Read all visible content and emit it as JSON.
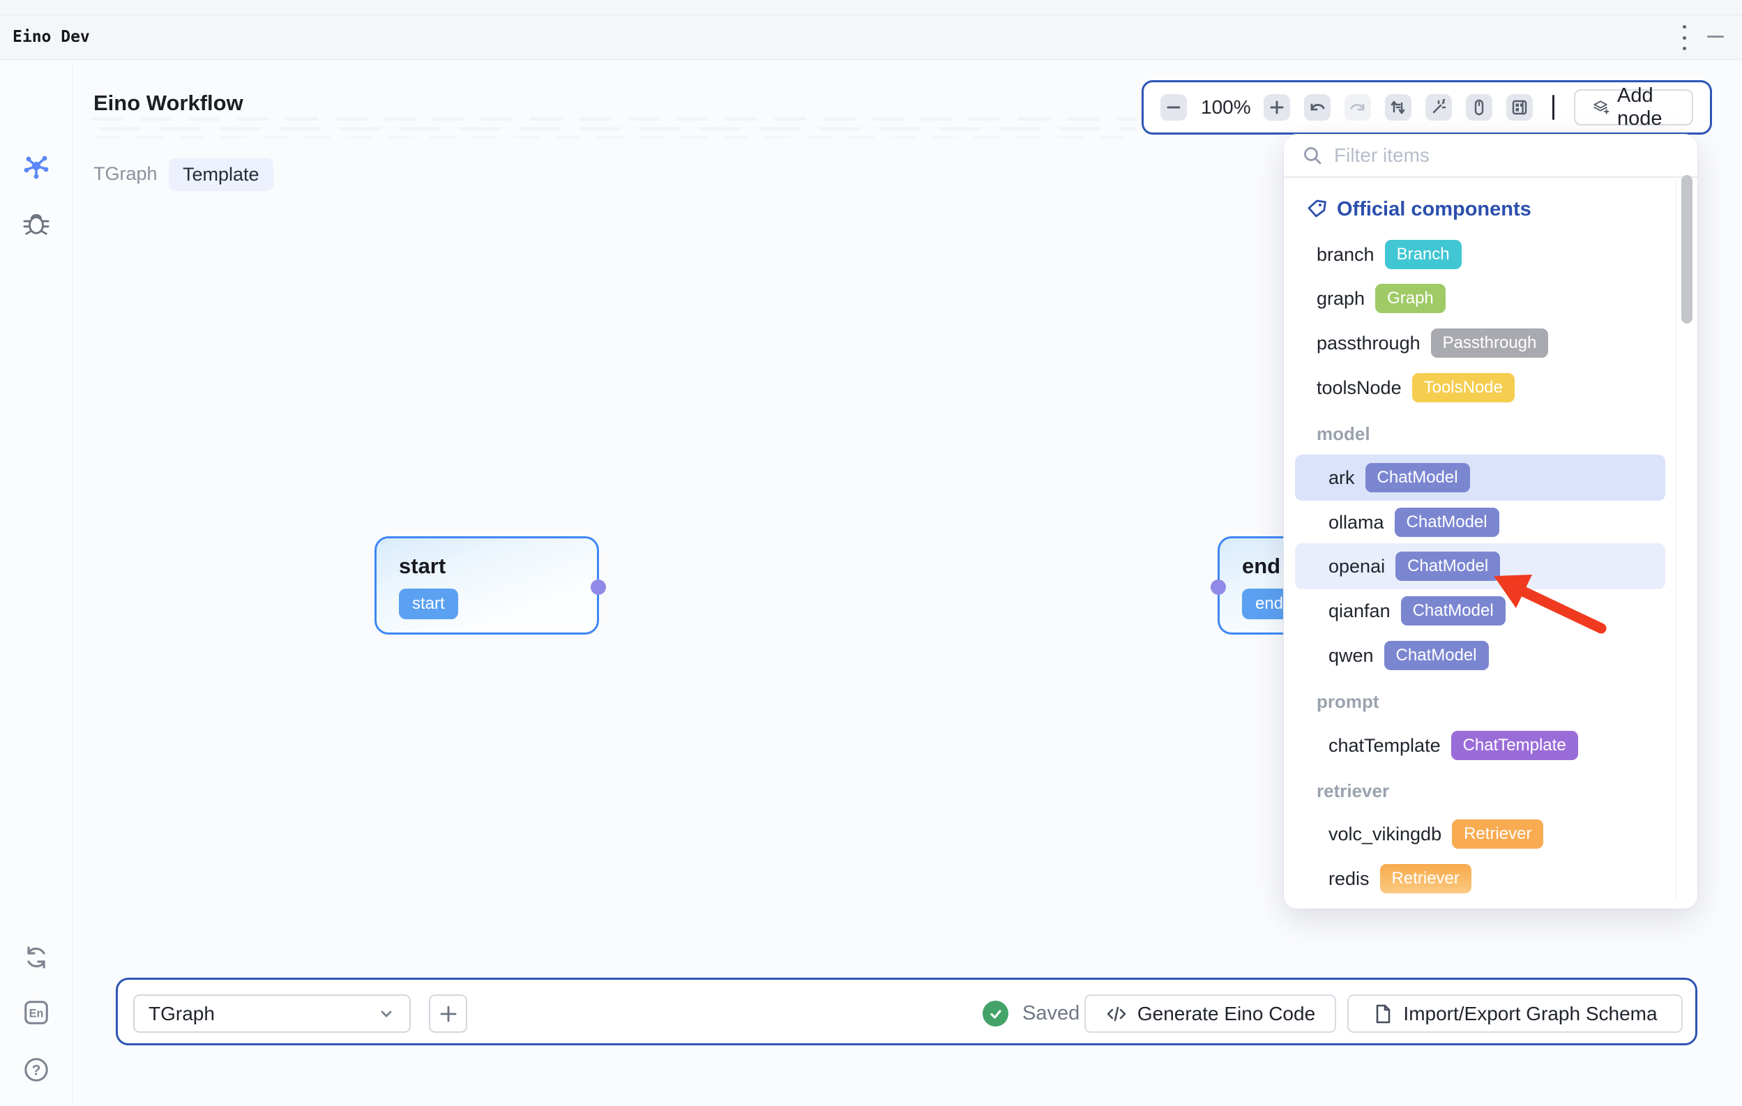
{
  "window": {
    "title": "Eino Dev",
    "menu_icon": "kebab-vertical",
    "minimize_icon": "minimize"
  },
  "header": {
    "app_title": "Eino Workflow",
    "tabs": [
      {
        "label": "TGraph",
        "active": false
      },
      {
        "label": "Template",
        "active": true
      }
    ]
  },
  "sidebar": {
    "language_label": "En",
    "help_label": "?"
  },
  "toolbar": {
    "zoom_level": "100%",
    "add_node_label": "Add node"
  },
  "add_node_panel": {
    "search_placeholder": "Filter items",
    "section_title": "Official components",
    "rows": [
      {
        "label": "branch",
        "badge": "Branch",
        "badge_color": "#41c6d3"
      },
      {
        "label": "graph",
        "badge": "Graph",
        "badge_color": "#9fca66"
      },
      {
        "label": "passthrough",
        "badge": "Passthrough",
        "badge_color": "#a8aaaf"
      },
      {
        "label": "toolsNode",
        "badge": "ToolsNode",
        "badge_color": "#f5cd4f"
      },
      {
        "label": "model"
      },
      {
        "label": "ark",
        "badge": "ChatModel",
        "badge_color": "#7b86d1",
        "row_bg": "#dbe3fa"
      },
      {
        "label": "ollama",
        "badge": "ChatModel",
        "badge_color": "#7b86d1"
      },
      {
        "label": "openai",
        "badge": "ChatModel",
        "badge_color": "#7b86d1",
        "row_bg": "#e9eefc"
      },
      {
        "label": "qianfan",
        "badge": "ChatModel",
        "badge_color": "#7b86d1"
      },
      {
        "label": "qwen",
        "badge": "ChatModel",
        "badge_color": "#7b86d1"
      },
      {
        "label": "prompt"
      },
      {
        "label": "chatTemplate",
        "badge": "ChatTemplate",
        "badge_color": "#9a6cd8"
      },
      {
        "label": "retriever"
      },
      {
        "label": "volc_vikingdb",
        "badge": "Retriever",
        "badge_color": "#f8ab51"
      },
      {
        "label": "redis",
        "badge": "Retriever",
        "badge_color": "#f9b868"
      }
    ]
  },
  "canvas": {
    "nodes": [
      {
        "title": "start",
        "badge": "start"
      },
      {
        "title": "end",
        "badge": "end"
      }
    ]
  },
  "bottom_bar": {
    "graph_selector_value": "TGraph",
    "status": "Saved",
    "generate_button": "Generate Eino Code",
    "import_export_button": "Import/Export Graph Schema"
  },
  "colors": {
    "accent_border_blue": "#2d55b5",
    "node_border_blue": "#3f87f6",
    "node_badge_blue": "#5ba1f2",
    "port_purple": "#9089e7",
    "section_title_blue": "#2b4fad",
    "saved_green": "#43a368",
    "annotation_arrow_red": "#ef3a1f",
    "highlight_row_strong": "#dbe3fa",
    "highlight_row_light": "#e9eefc"
  }
}
